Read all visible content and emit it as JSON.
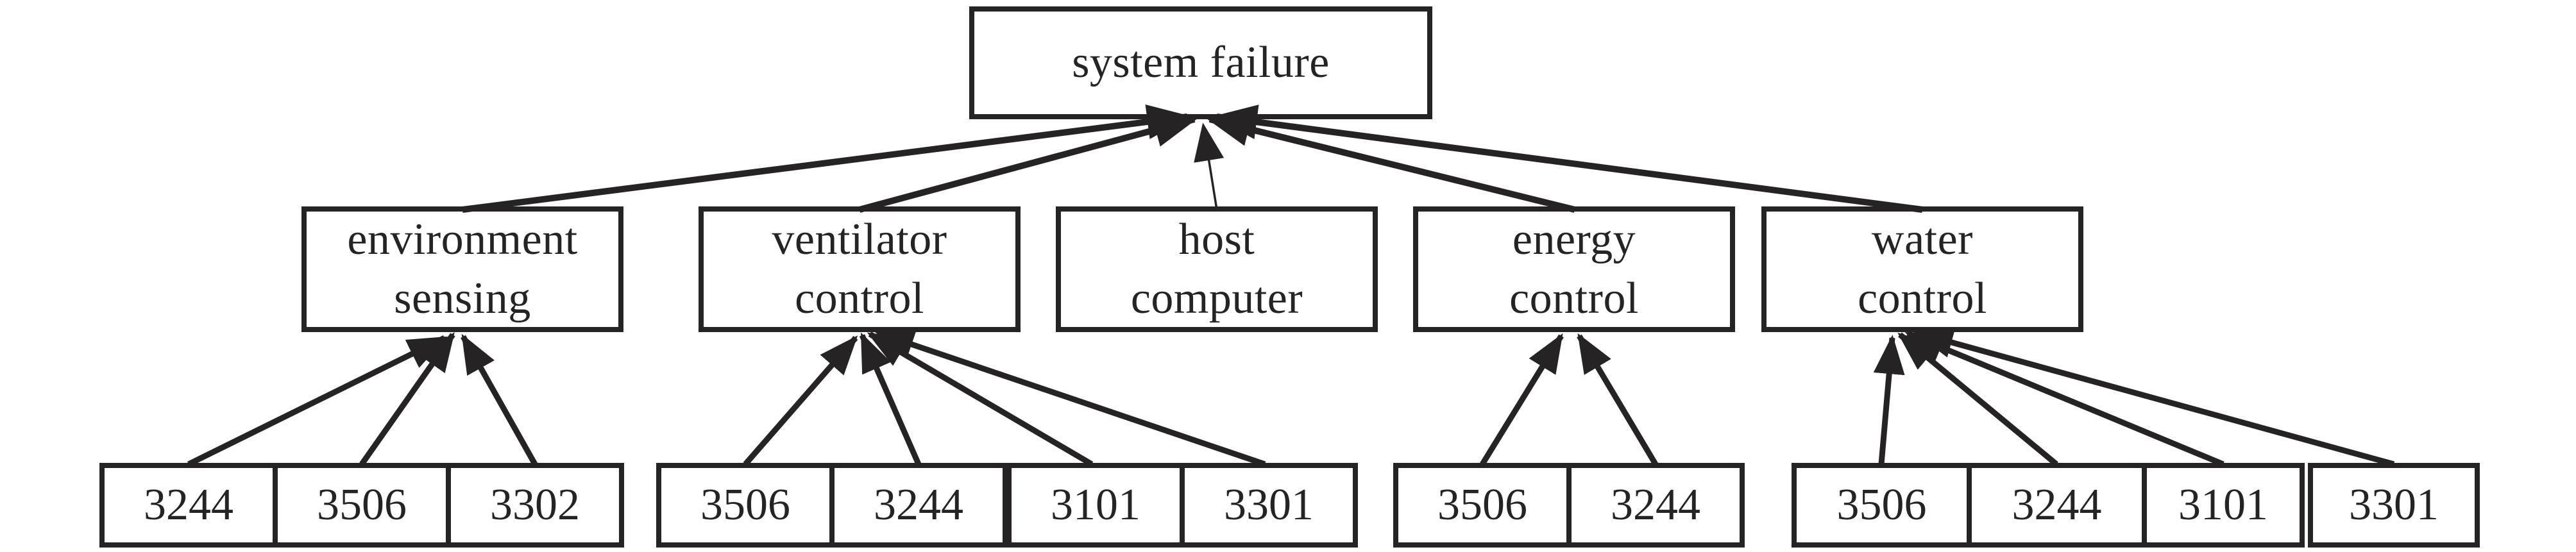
{
  "diagram": {
    "root": {
      "label": "system failure"
    },
    "branches": [
      {
        "id": "environment-sensing",
        "label_line1": "environment",
        "label_line2": "sensing",
        "children": [
          "3244",
          "3506",
          "3302"
        ]
      },
      {
        "id": "ventilator-control",
        "label_line1": "ventilator",
        "label_line2": "control",
        "children": [
          "3506",
          "3244",
          "3101",
          "3301"
        ]
      },
      {
        "id": "host-computer",
        "label_line1": "host",
        "label_line2": "computer",
        "children": []
      },
      {
        "id": "energy-control",
        "label_line1": "energy",
        "label_line2": "control",
        "children": [
          "3506",
          "3244"
        ]
      },
      {
        "id": "water-control",
        "label_line1": "water",
        "label_line2": "control",
        "children": [
          "3506",
          "3244",
          "3101",
          "3301"
        ]
      }
    ],
    "colors": {
      "line": "#262324",
      "background": "#ffffff"
    }
  }
}
